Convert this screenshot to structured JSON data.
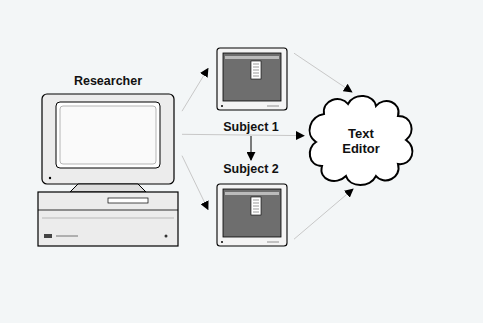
{
  "diagram": {
    "nodes": [
      {
        "text": [
          "Researcher"
        ]
      },
      {
        "text": [
          "Subject 1"
        ]
      },
      {
        "text": [
          "Subject 2"
        ]
      },
      {
        "text": [
          "Text Editor"
        ]
      }
    ],
    "edges": [
      {
        "from": 0,
        "to": 1,
        "arrow": "to"
      },
      {
        "from": 0,
        "to": 3,
        "arrow": "to"
      },
      {
        "from": 0,
        "to": 2,
        "arrow": "to"
      },
      {
        "from": 1,
        "to": 2,
        "arrow": "to"
      },
      {
        "from": 1,
        "to": 3,
        "arrow": "to"
      },
      {
        "from": 2,
        "to": 3,
        "arrow": "to"
      }
    ]
  }
}
